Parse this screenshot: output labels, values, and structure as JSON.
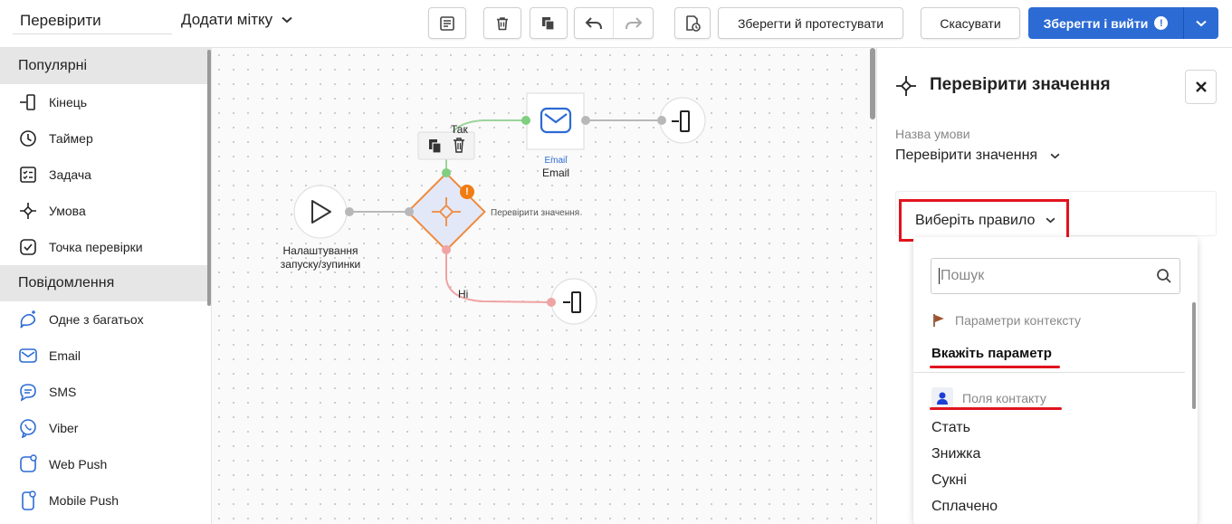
{
  "toolbar": {
    "title": "Перевірити значення",
    "add_label": "Додати мітку",
    "save_test": "Зберегти й протестувати",
    "cancel": "Скасувати",
    "save_exit": "Зберегти і вийти",
    "primary_color": "#2c6bd4"
  },
  "sidebar": {
    "sections": [
      {
        "title": "Популярні",
        "items": [
          {
            "label": "Кінець",
            "icon": "end-icon"
          },
          {
            "label": "Таймер",
            "icon": "timer-icon"
          },
          {
            "label": "Задача",
            "icon": "task-icon"
          },
          {
            "label": "Умова",
            "icon": "condition-icon"
          },
          {
            "label": "Точка перевірки",
            "icon": "checkpoint-icon"
          }
        ]
      },
      {
        "title": "Повідомлення",
        "items": [
          {
            "label": "Одне з багатьох",
            "icon": "one-of-many-icon"
          },
          {
            "label": "Email",
            "icon": "email-icon"
          },
          {
            "label": "SMS",
            "icon": "sms-icon"
          },
          {
            "label": "Viber",
            "icon": "viber-icon"
          },
          {
            "label": "Web Push",
            "icon": "web-push-icon"
          },
          {
            "label": "Mobile Push",
            "icon": "mobile-push-icon"
          }
        ]
      }
    ]
  },
  "canvas": {
    "start_label_1": "Налаштування",
    "start_label_2": "запуску/зупинки",
    "condition_label": "Перевірити значення",
    "yes_label": "Так",
    "no_label": "Ні",
    "email_icon_caption": "Email",
    "email_label": "Email",
    "warning_mark": "!"
  },
  "panel": {
    "title": "Перевірити значення",
    "condition_name_label": "Назва умови",
    "condition_name_value": "Перевірити значення",
    "rule_select": "Виберіть правило",
    "search_placeholder": "Пошук",
    "context_group": "Параметри контексту",
    "specify_param": "Вкажіть параметр",
    "contact_group": "Поля контакту",
    "contact_fields": [
      "Стать",
      "Знижка",
      "Сукні",
      "Сплачено"
    ],
    "highlight_color": "#e0141e"
  }
}
